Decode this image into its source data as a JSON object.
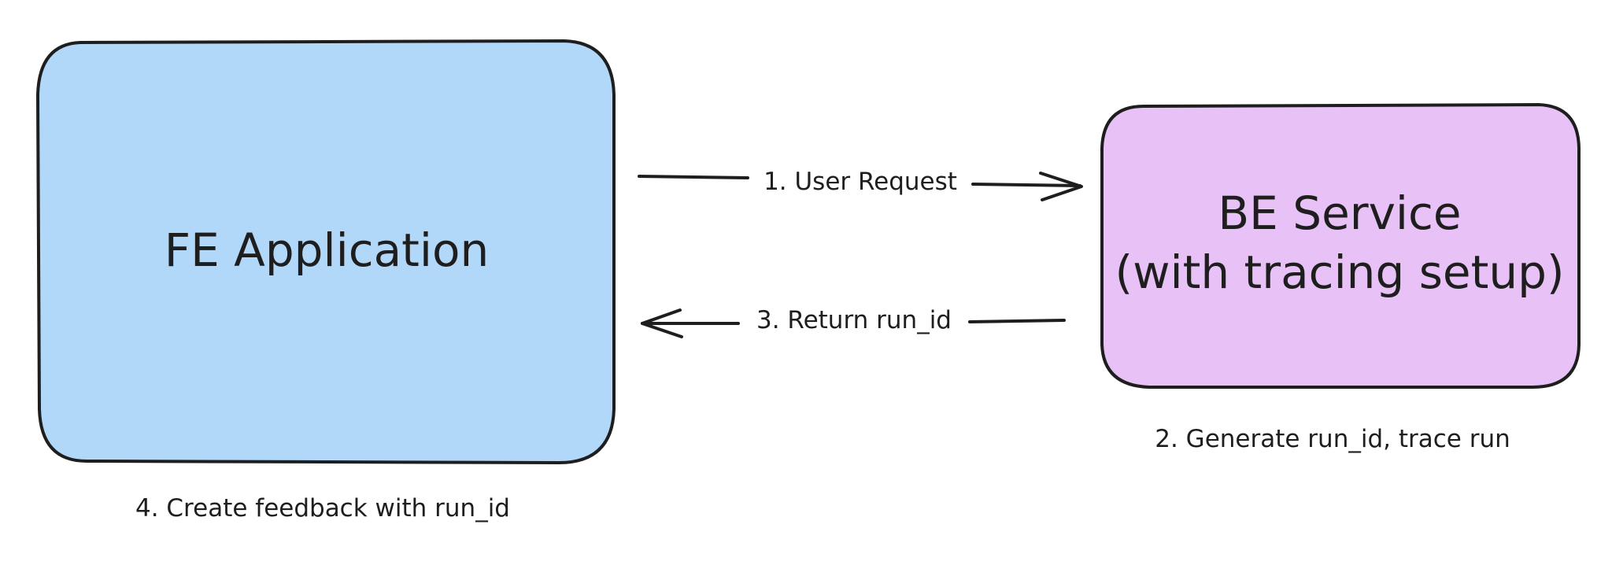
{
  "nodes": {
    "fe": {
      "label": "FE Application",
      "fill": "#b1d7f9"
    },
    "be": {
      "line1": "BE Service",
      "line2": "(with tracing setup)",
      "fill": "#e8c2f6"
    }
  },
  "edges": {
    "request": {
      "label": "1. User Request"
    },
    "return": {
      "label": "3. Return run_id"
    }
  },
  "captions": {
    "be": "2. Generate run_id, trace run",
    "fe": "4. Create feedback with run_id"
  },
  "colors": {
    "stroke": "#1e1e1e",
    "background": "#ffffff"
  }
}
